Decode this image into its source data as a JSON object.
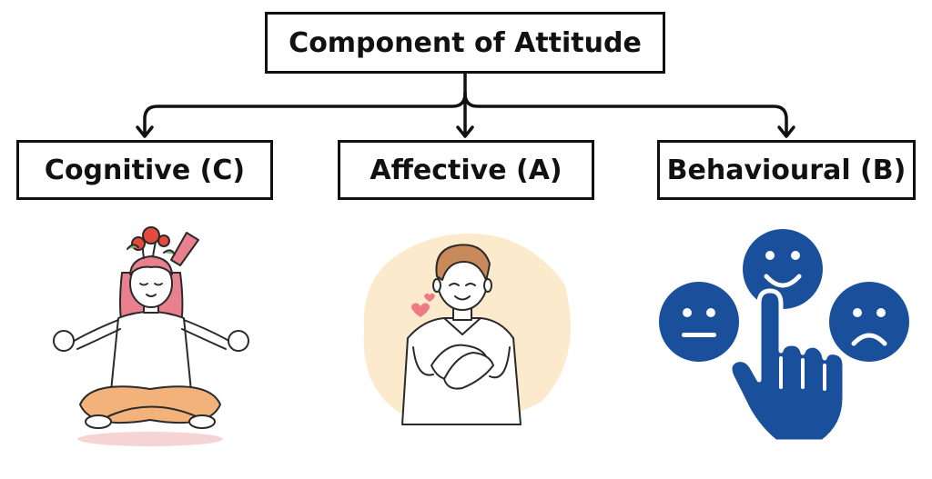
{
  "diagram": {
    "root": {
      "label": "Component of Attitude"
    },
    "components": [
      {
        "label": "Cognitive (C)",
        "illustration": "meditating-woman-flowers-illustration"
      },
      {
        "label": "Affective (A)",
        "illustration": "man-hands-on-heart-illustration"
      },
      {
        "label": "Behavioural (B)",
        "illustration": "hand-selecting-smiley-faces-illustration"
      }
    ]
  },
  "colors": {
    "line": "#111111",
    "hair_cognitive": "#e8808d",
    "flower": "#e64a3c",
    "blob_affective": "#fbeacc",
    "hair_affective": "#c88a5a",
    "heart": "#f07a84",
    "icon_blue": "#1a4f9c"
  }
}
